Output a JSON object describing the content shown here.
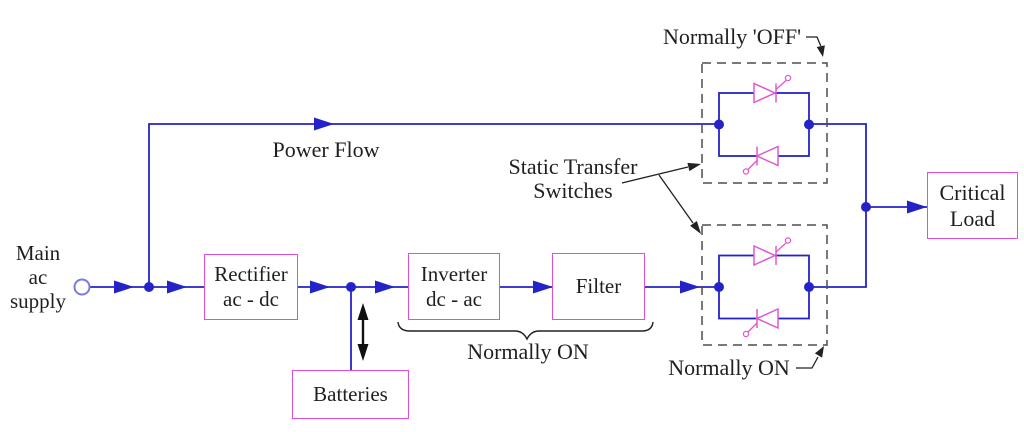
{
  "labels": {
    "main_supply": {
      "line1": "Main",
      "line2": "ac",
      "line3": "supply"
    },
    "power_flow": "Power Flow",
    "static_transfer": {
      "line1": "Static Transfer",
      "line2": "Switches"
    },
    "normally_off": "Normally 'OFF'",
    "normally_on_brace": "Normally ON",
    "normally_on_switch": "Normally ON"
  },
  "boxes": {
    "rectifier": {
      "line1": "Rectifier",
      "line2": "ac - dc"
    },
    "inverter": {
      "line1": "Inverter",
      "line2": "dc - ac"
    },
    "filter": {
      "line1": "Filter"
    },
    "batteries": {
      "line1": "Batteries"
    },
    "critical_load": {
      "line1": "Critical",
      "line2": "Load"
    }
  },
  "colors": {
    "wire_blue": "#2323c8",
    "box_border_magenta": "#dd4fdd",
    "thyristor_magenta": "#e058d0",
    "annotation_black": "#222222",
    "dashed_outline_gray": "#4d4d4d",
    "text_black": "#1f1f1f"
  }
}
